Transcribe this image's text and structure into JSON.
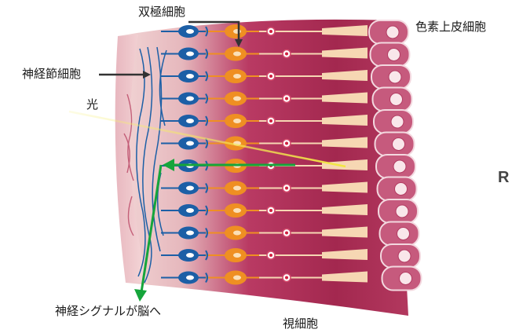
{
  "labels": {
    "bipolar_cell": "双極細胞",
    "pigment_epithelium": "色素上皮細胞",
    "ganglion_cell": "神経節細胞",
    "light": "光",
    "signal_to_brain": "神経シグナルが脳へ",
    "photoreceptor": "視細胞",
    "cut_off_letter": "R"
  },
  "colors": {
    "tissue": "#b4335e",
    "tissue_light": "#e5b4bd",
    "ganglion": "#1c5fa6",
    "bipolar": "#ef8f22",
    "photoreceptor_tip": "#f6d7b3",
    "light_ray": "#f2ea4a",
    "signal": "#16a53b",
    "epithelium": "#c65a7d"
  },
  "icons": {
    "ganglion_cell_shape": "oval-blue-cell",
    "bipolar_cell_shape": "oval-orange-cell",
    "photoreceptor_shape": "rod-cone-comb",
    "signal_arrow": "green-arrow"
  }
}
